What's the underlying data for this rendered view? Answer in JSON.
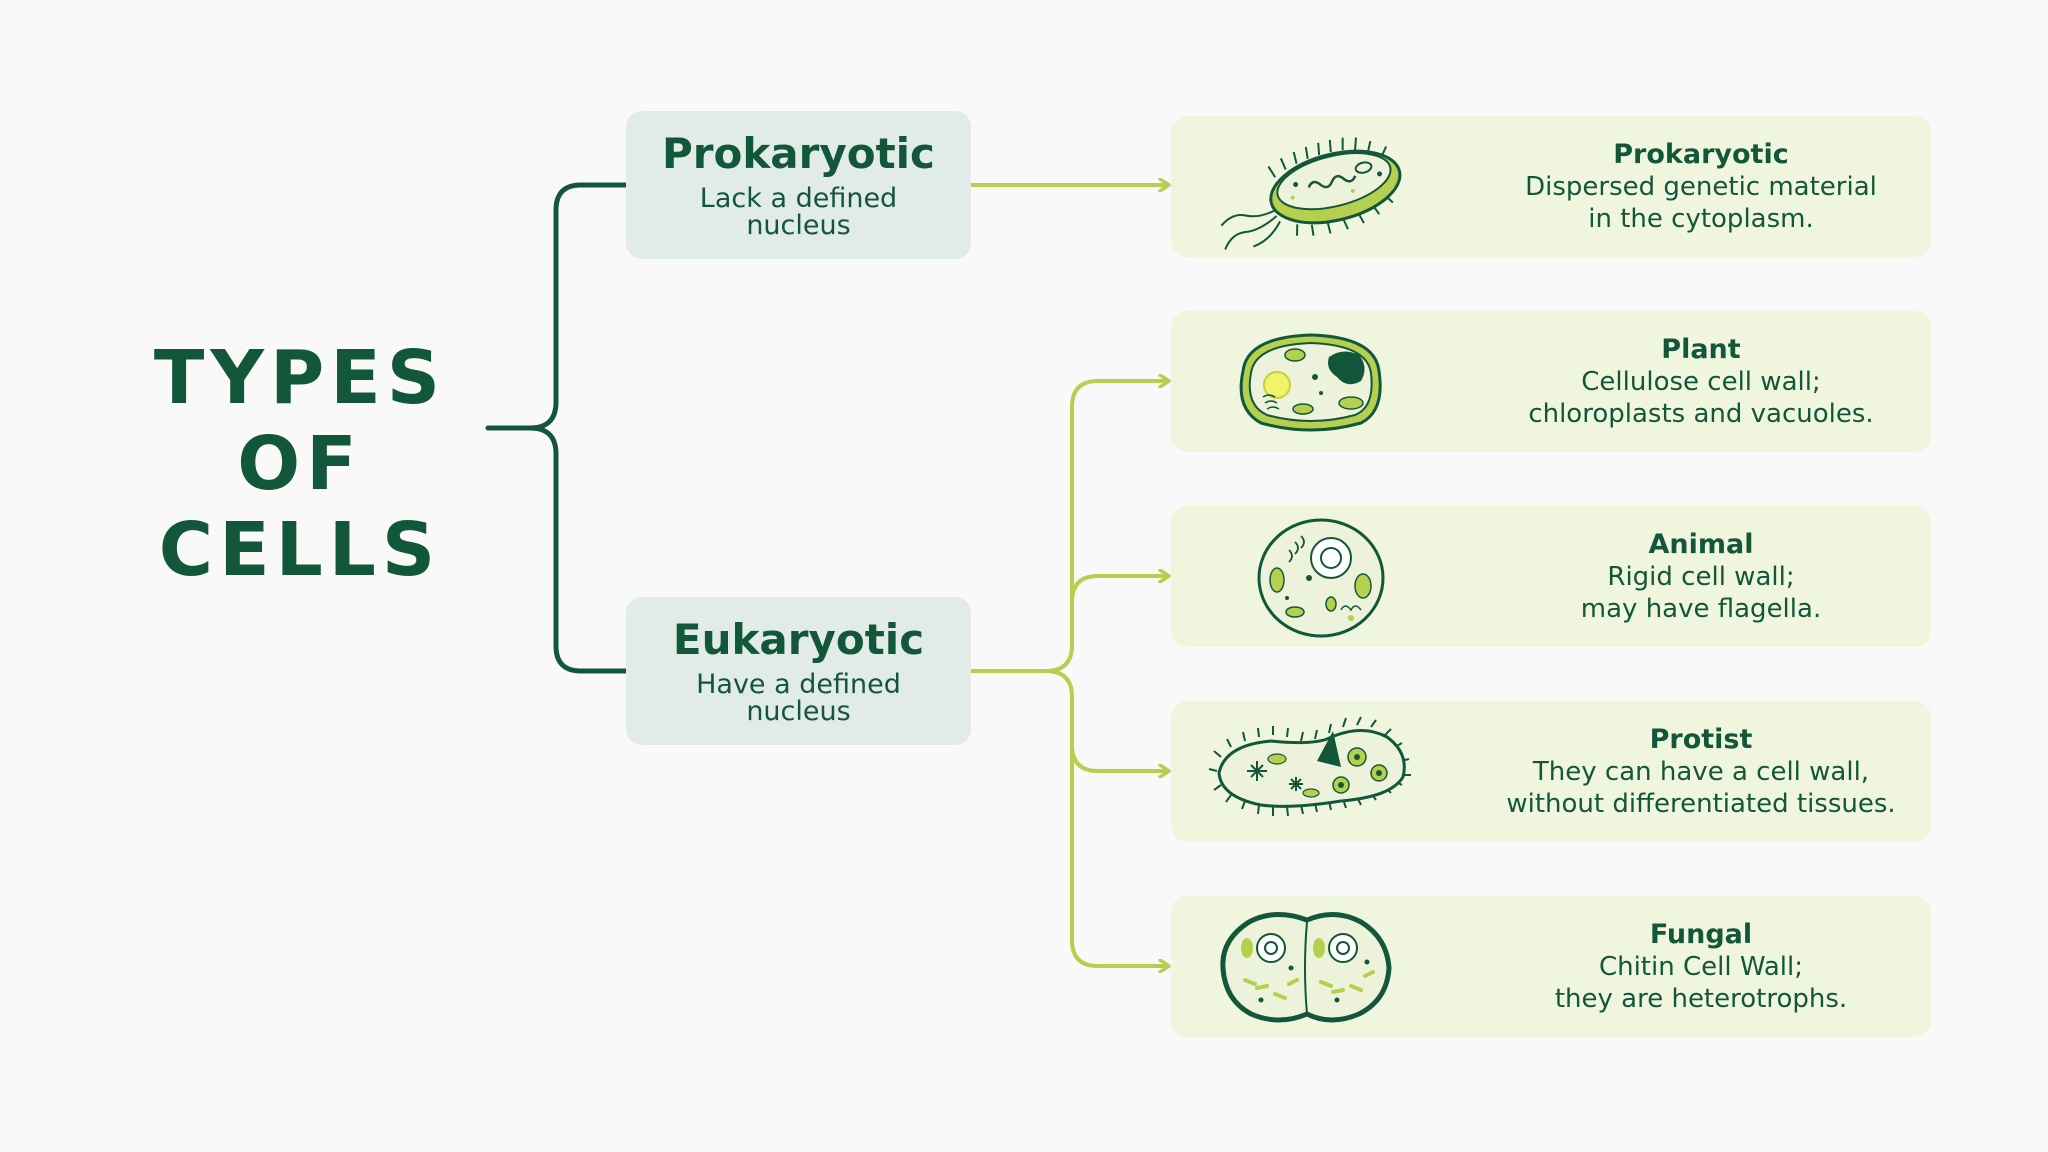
{
  "title": {
    "line1": "TYPES",
    "line2": "OF CELLS"
  },
  "categories": [
    {
      "title": "Prokaryotic",
      "description": "Lack a defined nucleus"
    },
    {
      "title": "Eukaryotic",
      "description": "Have a defined nucleus"
    }
  ],
  "cells": [
    {
      "title": "Prokaryotic",
      "description": "Dispersed genetic material\nin the cytoplasm.",
      "icon": "bacterium-icon"
    },
    {
      "title": "Plant",
      "description": "Cellulose cell wall;\nchloroplasts and vacuoles.",
      "icon": "plant-cell-icon"
    },
    {
      "title": "Animal",
      "description": "Rigid cell wall;\nmay have flagella.",
      "icon": "animal-cell-icon"
    },
    {
      "title": "Protist",
      "description": "They can have a cell wall,\nwithout differentiated tissues.",
      "icon": "protist-icon"
    },
    {
      "title": "Fungal",
      "description": "Chitin Cell Wall;\nthey are heterotrophs.",
      "icon": "fungal-cell-icon"
    }
  ],
  "colors": {
    "dark_green": "#13573b",
    "light_green": "#b5cf4f",
    "category_bg": "#e1ebe7",
    "card_bg": "#f0f5dd",
    "background": "#f9f9f9"
  }
}
